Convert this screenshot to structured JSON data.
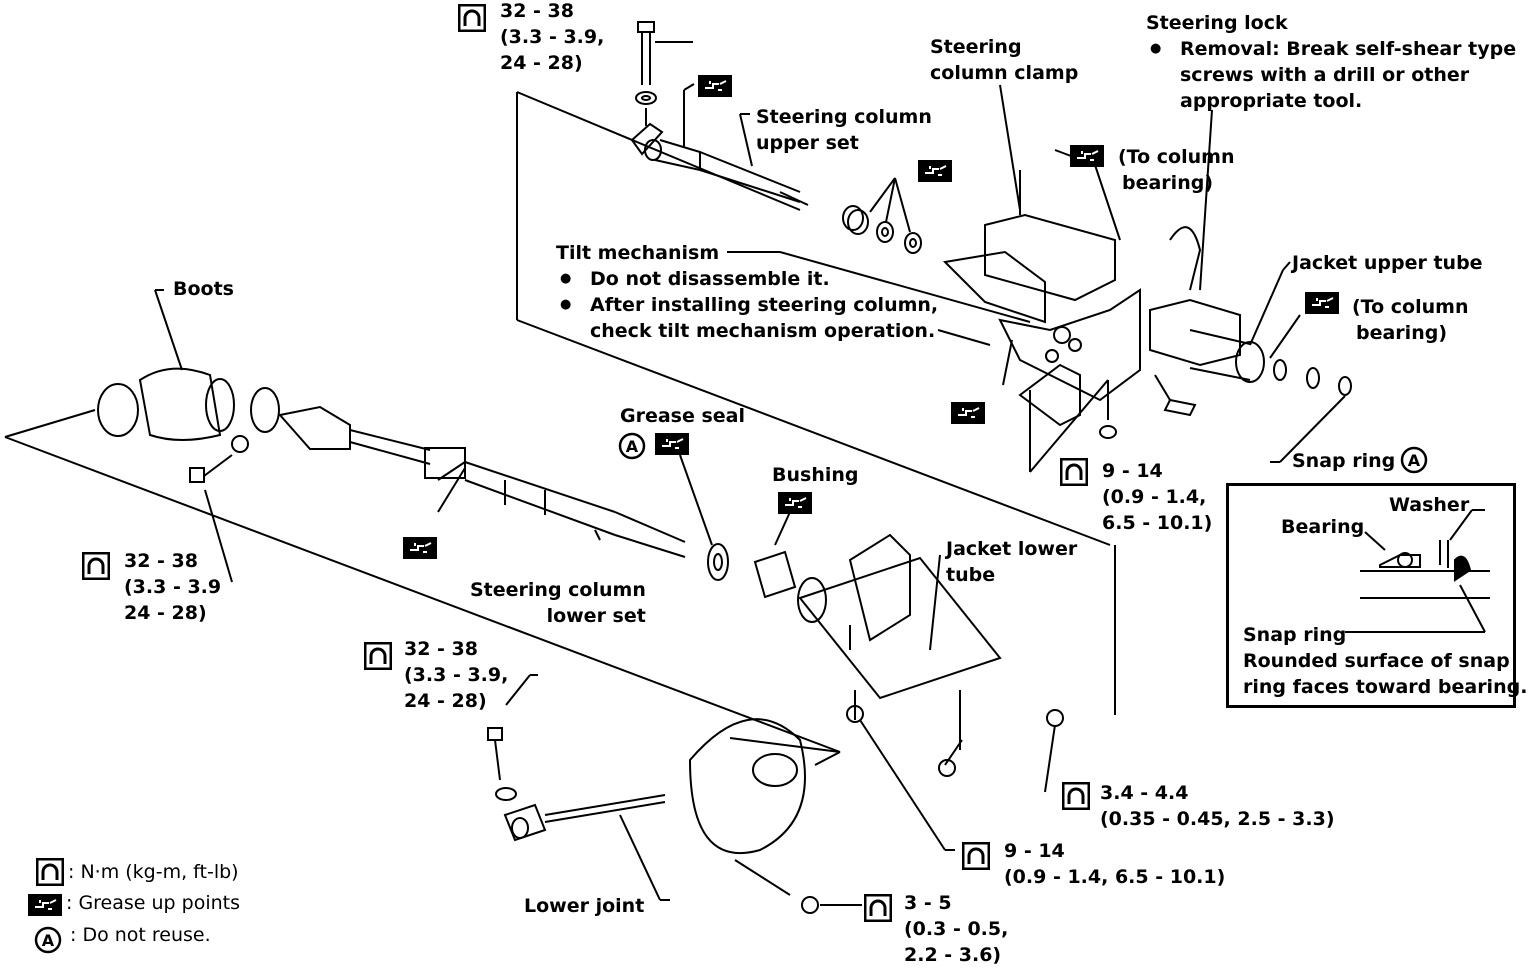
{
  "labels": {
    "torque_top": [
      "32 - 38",
      "(3.3 - 3.9,",
      "24 - 28)"
    ],
    "upper_set": [
      "Steering column",
      "upper set"
    ],
    "column_clamp": [
      "Steering",
      "column clamp"
    ],
    "steering_lock": {
      "title": "Steering lock",
      "bullet": [
        "Removal:  Break self-shear type",
        "screws with a drill or other",
        "appropriate tool."
      ]
    },
    "to_column_bearing_1": [
      "(To column",
      "bearing)"
    ],
    "tilt": {
      "title": "Tilt mechanism",
      "bullet1": "Do not disassemble it.",
      "bullet2": [
        "After installing steering column,",
        "check tilt mechanism operation."
      ]
    },
    "jacket_upper": "Jacket upper tube",
    "to_column_bearing_2": [
      "(To column",
      "bearing)"
    ],
    "boots": "Boots",
    "grease_seal": "Grease seal",
    "bushing": "Bushing",
    "snap_ring": "Snap ring",
    "torque_mid": [
      "9 - 14",
      "(0.9 - 1.4,",
      "6.5 - 10.1)"
    ],
    "inset": {
      "washer": "Washer",
      "bearing": "Bearing",
      "snap_ring": "Snap ring",
      "note": [
        "Rounded surface of snap",
        "ring faces toward bearing."
      ]
    },
    "torque_left": [
      "32 - 38",
      "(3.3 - 3.9",
      "24 - 28)"
    ],
    "lower_set": [
      "Steering column",
      "lower set"
    ],
    "jacket_lower": [
      "Jacket lower",
      "tube"
    ],
    "torque_lower": [
      "32 - 38",
      "(3.3 - 3.9,",
      "24 - 28)"
    ],
    "torque_small": [
      "3.4 - 4.4",
      "(0.35 - 0.45, 2.5 - 3.3)"
    ],
    "torque_bottom": [
      "9 - 14",
      "(0.9 - 1.4, 6.5 - 10.1)"
    ],
    "torque_tiny": [
      "3 - 5",
      "(0.3 - 0.5,",
      "2.2 - 3.6)"
    ],
    "lower_joint": "Lower joint",
    "legend": {
      "torque": ":  N·m (kg-m, ft-lb)",
      "grease": ":  Grease up points",
      "reuse": ":  Do not reuse."
    },
    "circle_a": "A"
  }
}
